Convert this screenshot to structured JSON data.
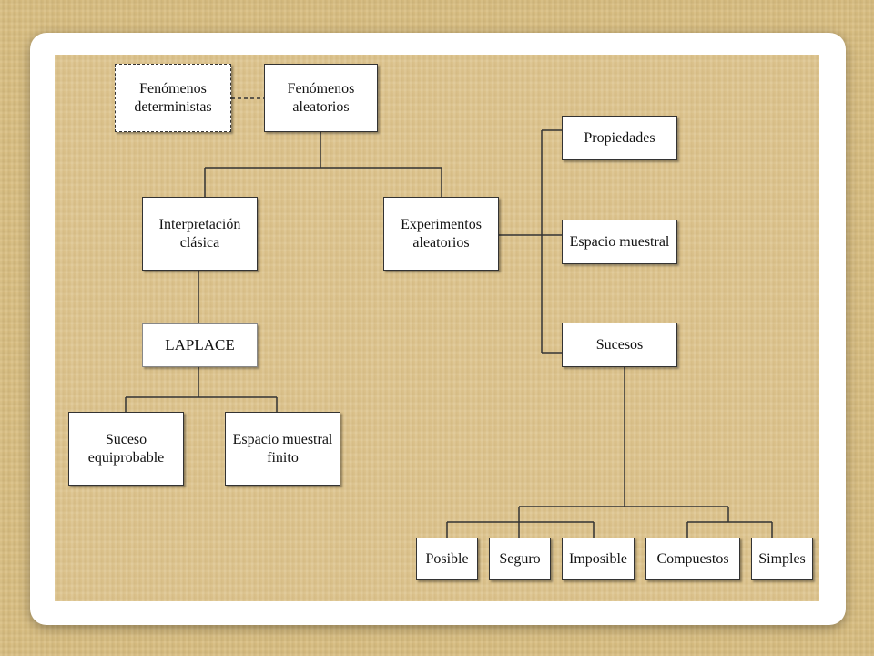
{
  "diagram": {
    "nodes": {
      "fenomenos_deterministas": {
        "line1": "Fenómenos",
        "line2": "deterministas"
      },
      "fenomenos_aleatorios": {
        "line1": "Fenómenos",
        "line2": "aleatorios"
      },
      "interpretacion_clasica": {
        "line1": "Interpretación",
        "line2": "clásica"
      },
      "experimentos_aleatorios": {
        "line1": "Experimentos",
        "line2": "aleatorios"
      },
      "propiedades": {
        "label": "Propiedades"
      },
      "espacio_muestral": {
        "label": "Espacio muestral"
      },
      "sucesos": {
        "label": "Sucesos"
      },
      "laplace": {
        "label": "LAPLACE"
      },
      "suceso_equiprobable": {
        "line1": "Suceso",
        "line2": "equiprobable"
      },
      "espacio_muestral_finito": {
        "line1": "Espacio muestral",
        "line2": "finito"
      },
      "posible": {
        "label": "Posible"
      },
      "seguro": {
        "label": "Seguro"
      },
      "imposible": {
        "label": "Imposible"
      },
      "compuestos": {
        "label": "Compuestos"
      },
      "simples": {
        "label": "Simples"
      }
    }
  }
}
